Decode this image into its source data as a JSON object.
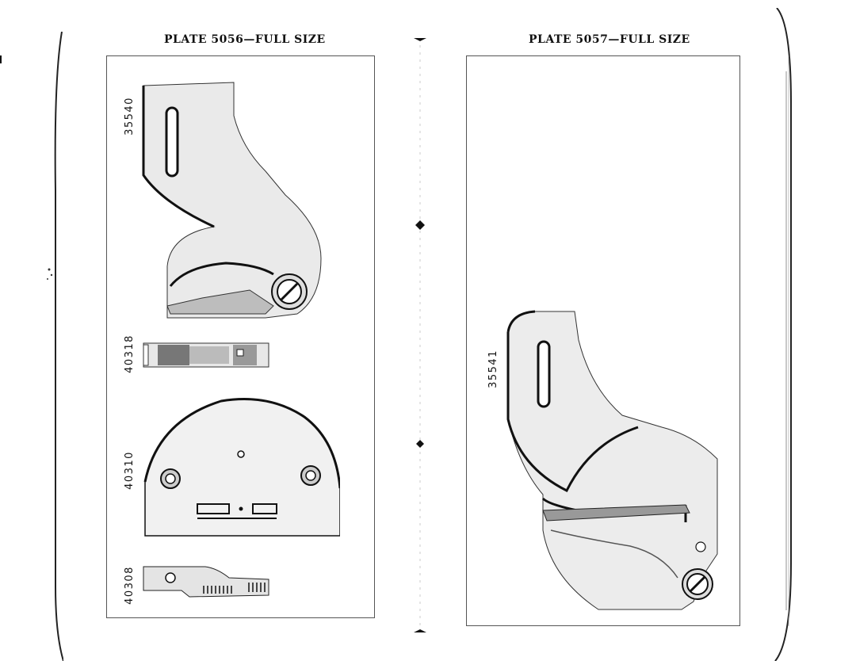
{
  "left_plate": {
    "title": "PLATE 5056—FULL SIZE",
    "parts": [
      {
        "number": "35540",
        "icon": "presser-foot-icon"
      },
      {
        "number": "40318",
        "icon": "needle-bar-part-icon"
      },
      {
        "number": "40310",
        "icon": "throat-plate-icon"
      },
      {
        "number": "40308",
        "icon": "feed-dog-icon"
      }
    ]
  },
  "right_plate": {
    "title": "PLATE 5057—FULL SIZE",
    "parts": [
      {
        "number": "35541",
        "icon": "presser-foot-icon"
      }
    ]
  }
}
